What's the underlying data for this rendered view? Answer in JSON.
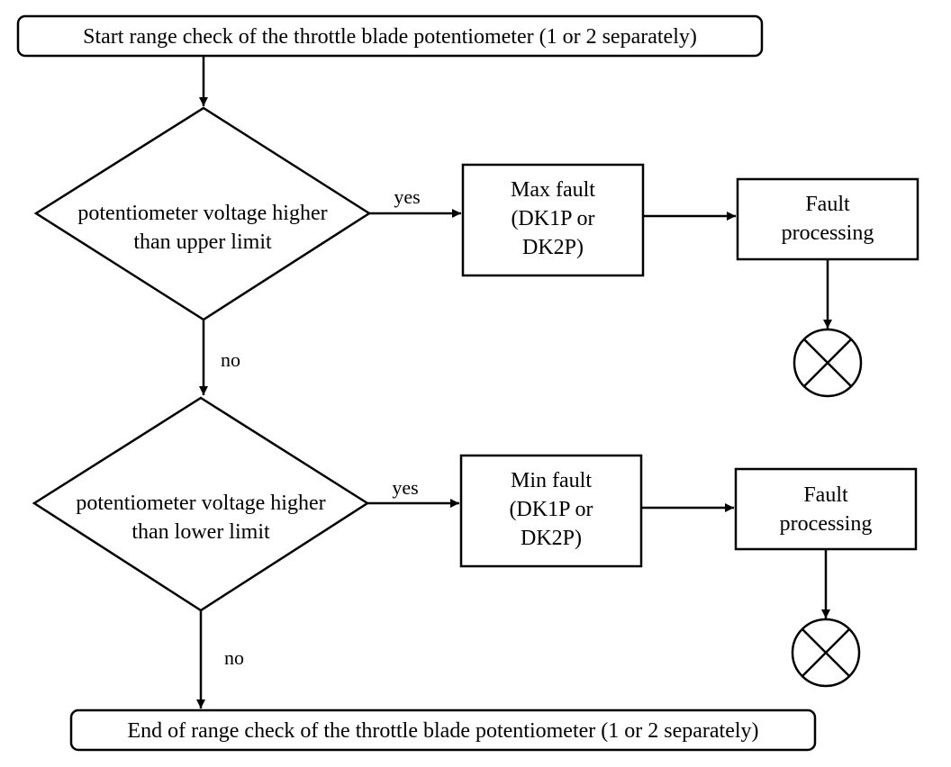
{
  "flowchart": {
    "start": "Start range check of the throttle blade potentiometer (1 or 2 separately)",
    "end": "End of range check of the throttle blade potentiometer (1 or 2 separately)",
    "decision_upper": {
      "line1": "potentiometer voltage higher",
      "line2": "than upper limit"
    },
    "decision_lower": {
      "line1": "potentiometer voltage higher",
      "line2": "than lower limit"
    },
    "max_fault": {
      "line1": "Max fault",
      "line2": "(DK1P or",
      "line3": "DK2P)"
    },
    "min_fault": {
      "line1": "Min fault",
      "line2": "(DK1P or",
      "line3": "DK2P)"
    },
    "fault_processing_1": {
      "line1": "Fault",
      "line2": "processing"
    },
    "fault_processing_2": {
      "line1": "Fault",
      "line2": "processing"
    },
    "edges": {
      "yes_upper": "yes",
      "no_upper": "no",
      "yes_lower": "yes",
      "no_lower": "no"
    }
  }
}
